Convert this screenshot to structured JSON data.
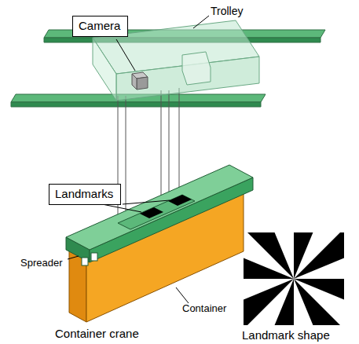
{
  "diagram": {
    "nodes": [
      {
        "text": [
          "Camera"
        ]
      },
      {
        "text": [
          "Landmarks"
        ]
      }
    ],
    "labels": [
      "Trolley",
      "Spreader",
      "Container",
      "Container crane",
      "Landmark shape"
    ]
  }
}
